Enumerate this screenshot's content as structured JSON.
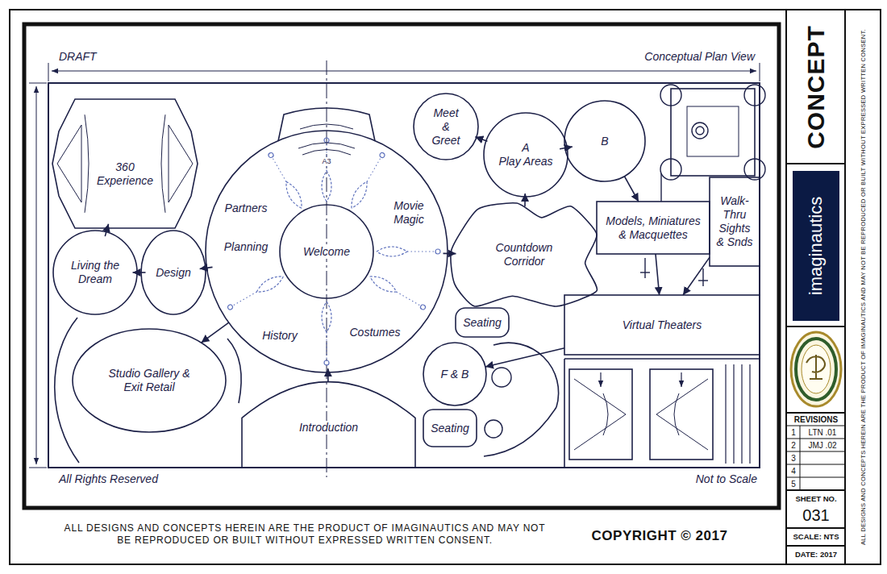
{
  "diagram": {
    "nodes": [
      {
        "text": [
          "360 Experience"
        ]
      },
      {
        "text": [
          "Meet & Greet"
        ]
      },
      {
        "text": [
          "A",
          "Play Areas"
        ]
      },
      {
        "text": [
          "B"
        ]
      },
      {
        "text": [
          "Partners",
          "Movie Magic",
          "Planning",
          "History",
          "Costumes"
        ]
      },
      {
        "text": [
          "Welcome"
        ],
        "in": 4
      },
      {
        "text": [
          "Living the Dream"
        ]
      },
      {
        "text": [
          "Design"
        ]
      },
      {
        "text": [
          "Countdown Corridor"
        ]
      },
      {
        "text": [
          "Models, Miniatures & Macquettes"
        ]
      },
      {
        "text": [
          "Walk-Thru Sights & Snds"
        ]
      },
      {
        "text": [
          "Seating"
        ]
      },
      {
        "text": [
          "Virtual Theaters"
        ]
      },
      {
        "text": [
          "F & B"
        ]
      },
      {
        "text": [
          "Studio Gallery & Exit Retail"
        ]
      },
      {
        "text": [
          "Seating"
        ]
      },
      {
        "text": [
          "Introduction"
        ]
      }
    ],
    "edges": [
      {
        "from": 16,
        "to": 4,
        "arrow": "to"
      },
      {
        "from": 4,
        "to": 8,
        "arrow": "to"
      },
      {
        "from": 8,
        "to": 2,
        "arrow": "to"
      },
      {
        "from": 2,
        "to": 1,
        "arrow": "to"
      },
      {
        "from": 2,
        "to": 3,
        "arrow": "to"
      },
      {
        "from": 3,
        "to": 9,
        "arrow": "to"
      },
      {
        "from": 9,
        "to": 12,
        "arrow": "to"
      },
      {
        "from": 10,
        "to": 12,
        "arrow": "to"
      },
      {
        "from": 12,
        "to": 13,
        "arrow": "to"
      },
      {
        "from": 4,
        "to": 7,
        "arrow": "to"
      },
      {
        "from": 7,
        "to": 6,
        "arrow": "to"
      },
      {
        "from": 6,
        "to": 0,
        "arrow": "to"
      },
      {
        "from": 4,
        "to": 14,
        "arrow": "to"
      }
    ],
    "labels": [
      "DRAFT",
      "Conceptual Plan View",
      "A3",
      "All Rights Reserved",
      "Not to Scale",
      "ALL DESIGNS AND CONCEPTS HEREIN ARE THE PRODUCT OF IMAGINAUTICS AND MAY NOT BE REPRODUCED OR BUILT WITHOUT EXPRESSED WRITTEN CONSENT.",
      "COPYRIGHT © 2017",
      "CONCEPT",
      "imaginautics",
      "REVISIONS",
      "1",
      "LTN .01",
      "2",
      "JMJ .02",
      "3",
      "4",
      "5",
      "SHEET NO.",
      "031",
      "SCALE: NTS",
      "DATE: 2017",
      "ALL DESIGNS AND CONCEPTS HEREIN ARE THE PRODUCT OF IMAGINAUTICS AND MAY NOT BE REPRODUCED OR BUILT WITHOUT EXPRESSED WRITTEN CONSENT."
    ]
  }
}
